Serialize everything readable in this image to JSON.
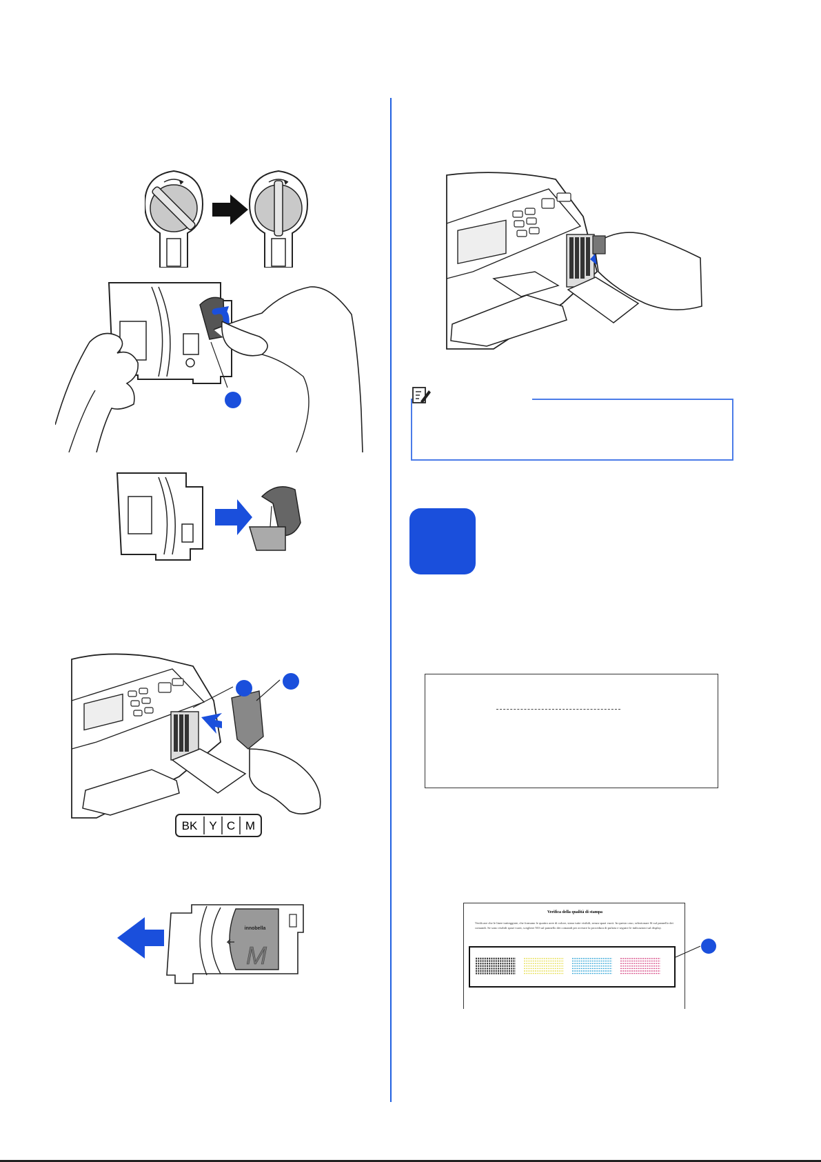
{
  "cartridge_slots": [
    "BK",
    "Y",
    "C",
    "M"
  ],
  "cartridge_color_letter": "M",
  "cartridge_brand": "innobella",
  "test_sheet": {
    "title": "Verifica della qualità di stampa",
    "instructions": "Verificare che le linee tratteggiate, che formano le quattro aree di colore, siano tutte visibili, senza spazi vuoti. In questo caso, selezionare Sì sul pannello dei comandi. Se sono visibili spazi vuoti, scegliere NO sul pannello dei comandi per avviare la procedura di pulizia e seguire le indicazioni sul display.",
    "swatch_colors": [
      "#3a3a3a",
      "#e8e05a",
      "#3aa8d8",
      "#d8508a"
    ]
  },
  "colors": {
    "accent_blue": "#1a4fdc",
    "divider_blue": "#1f5fe0",
    "note_blue": "#4a7be8"
  },
  "icons": [
    "note-icon",
    "arrow-right-icon",
    "arrow-left-icon",
    "callout-marker-icon"
  ]
}
